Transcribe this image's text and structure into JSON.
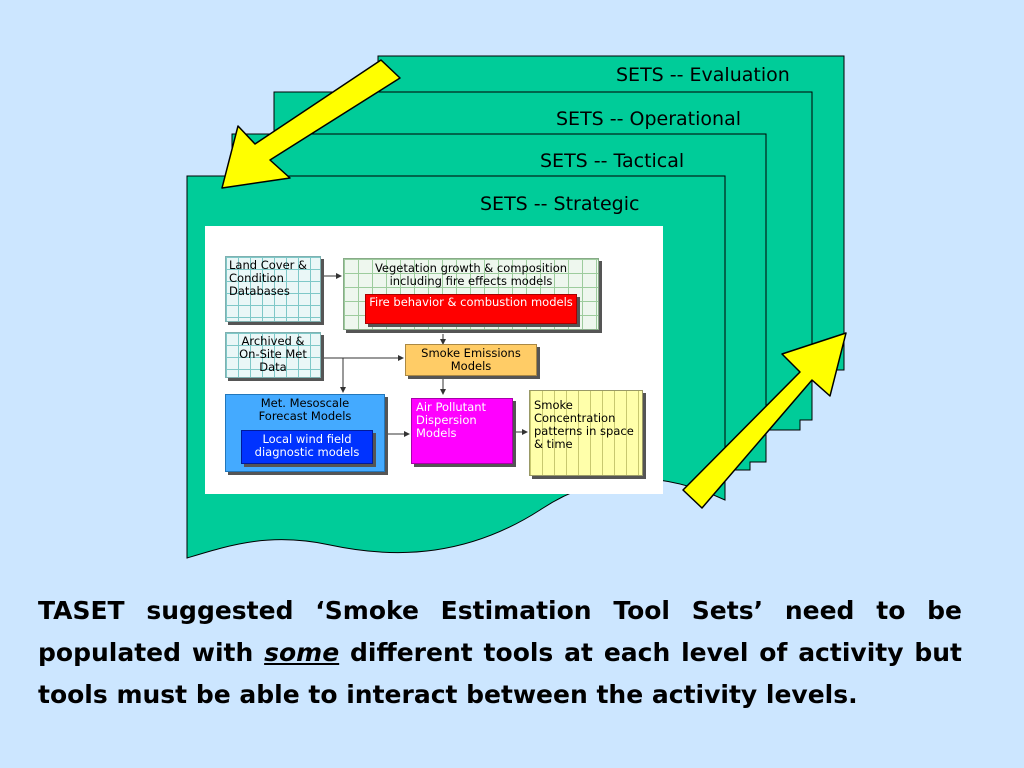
{
  "cards": [
    {
      "title": "SETS -- Evaluation"
    },
    {
      "title": "SETS -- Operational"
    },
    {
      "title": "SETS -- Tactical"
    },
    {
      "title": "SETS -- Strategic"
    }
  ],
  "colors": {
    "background": "#cce6ff",
    "card": "#00cc99",
    "arrow": "#ffff00",
    "fire": "#ff0000",
    "local_wind": "#0033ff",
    "met_mesoscale": "#44aaff",
    "smoke_emissions": "#ffcc66",
    "dispersion": "#ff00ff"
  },
  "diagram": {
    "land_cover": "Land Cover & Condition Databases",
    "vegetation": "Vegetation growth & composition including fire effects models",
    "fire_behavior": "Fire behavior & combustion models",
    "archived": "Archived & On-Site Met Data",
    "smoke_emissions": "Smoke Emissions Models",
    "met_mesoscale": "Met. Mesoscale Forecast Models",
    "local_wind": "Local wind field diagnostic models",
    "air_pollutant": "Air Pollutant Dispersion Models",
    "smoke_concentration": "Smoke Concentration patterns in space & time"
  },
  "caption": {
    "before": "TASET suggested ‘Smoke Estimation Tool Sets’ need to be populated with ",
    "emphasis": "some",
    "after": " different tools at each level of activity but tools must be able to interact between the activity levels."
  }
}
